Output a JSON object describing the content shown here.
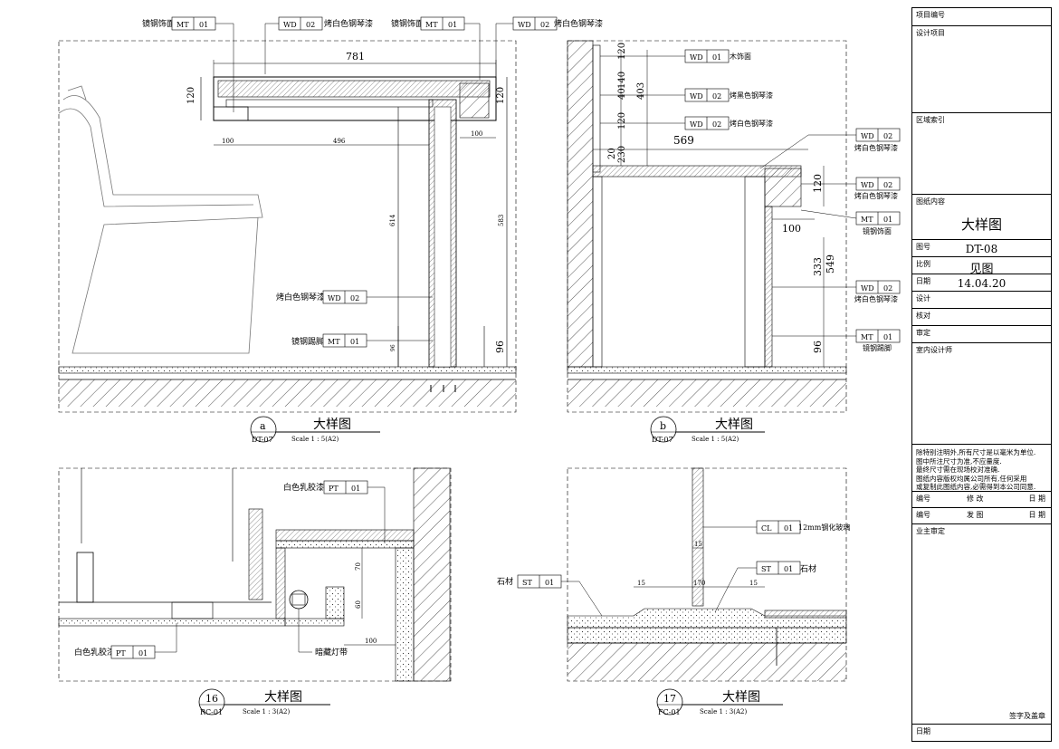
{
  "colors": {
    "line": "#000000",
    "hatch": "#555555",
    "paper": "#ffffff"
  },
  "details": [
    {
      "id": "a",
      "sheet": "DT-07",
      "title": "大样图",
      "scale": "Scale 1 : 5(A2)",
      "callouts": [
        {
          "text": "镜钢饰面",
          "code": "MT",
          "num": "01"
        },
        {
          "text": "烤白色钢琴漆",
          "code": "WD",
          "num": "02"
        },
        {
          "text": "镜钢饰面",
          "code": "MT",
          "num": "01"
        },
        {
          "text": "烤白色钢琴漆",
          "code": "WD",
          "num": "02"
        },
        {
          "text": "烤白色钢琴漆",
          "code": "WD",
          "num": "02"
        },
        {
          "text": "镜钢踢脚",
          "code": "MT",
          "num": "01"
        }
      ],
      "dims": [
        "781",
        "120",
        "120",
        "100",
        "496",
        "100",
        "614",
        "583",
        "96",
        "96"
      ]
    },
    {
      "id": "b",
      "sheet": "DT-07",
      "title": "大样图",
      "scale": "Scale 1 : 5(A2)",
      "callouts": [
        {
          "text": "木饰面",
          "code": "WD",
          "num": "01"
        },
        {
          "text": "烤黑色钢琴漆",
          "code": "WD",
          "num": "02"
        },
        {
          "text": "烤白色钢琴漆",
          "code": "WD",
          "num": "02"
        },
        {
          "text": "烤白色钢琴漆",
          "code": "WD",
          "num": "02"
        },
        {
          "text": "烤白色钢琴漆",
          "code": "WD",
          "num": "02"
        },
        {
          "text": "镜钢饰面",
          "code": "MT",
          "num": "01"
        },
        {
          "text": "烤白色钢琴漆",
          "code": "WD",
          "num": "02"
        },
        {
          "text": "镜钢踢脚",
          "code": "MT",
          "num": "01"
        }
      ],
      "dims": [
        "120",
        "140",
        "40",
        "403",
        "120",
        "230",
        "20",
        "569",
        "120",
        "100",
        "549",
        "333",
        "96"
      ]
    },
    {
      "id": "16",
      "sheet": "RC-01",
      "title": "大样图",
      "scale": "Scale 1 : 3(A2)",
      "callouts": [
        {
          "text": "白色乳胶漆",
          "code": "PT",
          "num": "01"
        },
        {
          "text": "白色乳胶漆",
          "code": "PT",
          "num": "01"
        },
        {
          "text": "暗藏灯带",
          "code": "",
          "num": ""
        }
      ],
      "dims": [
        "70",
        "60",
        "100"
      ]
    },
    {
      "id": "17",
      "sheet": "FC-01",
      "title": "大样图",
      "scale": "Scale 1 : 3(A2)",
      "callouts": [
        {
          "text": "12mm钢化玻璃",
          "code": "CL",
          "num": "01"
        },
        {
          "text": "石材",
          "code": "ST",
          "num": "01"
        },
        {
          "text": "石材",
          "code": "ST",
          "num": "01"
        }
      ],
      "dims": [
        "15",
        "15",
        "170",
        "15"
      ]
    }
  ],
  "title_block": {
    "project_no_label": "项目编号",
    "project_label": "设计项目",
    "area_index_label": "区域索引",
    "drawing_content_label": "图纸内容",
    "drawing_content": "大样图",
    "drawing_no_label": "图号",
    "drawing_no": "DT-08",
    "scale_label": "比例",
    "scale": "见图",
    "date_label": "日期",
    "date": "14.04.20",
    "design_label": "设计",
    "check_label": "核对",
    "review_label": "审定",
    "designer_label": "室内设计师",
    "notes": [
      "除特别注明外,所有尺寸是以毫米为单位.",
      "图中所注尺寸为准,不应量度.",
      "最终尺寸需在现场校对准确.",
      "图纸内容版权均属公司所有,任何采用",
      "或复制此图纸内容,必需得到本公司同意."
    ],
    "rev_no": "编号",
    "rev_change": "修  改",
    "rev_date": "日 期",
    "issue_no": "编号",
    "issue_text": "发  图",
    "issue_date": "日 期",
    "owner_review": "业主审定",
    "signature": "签字及盖章",
    "footer_date": "日期"
  }
}
